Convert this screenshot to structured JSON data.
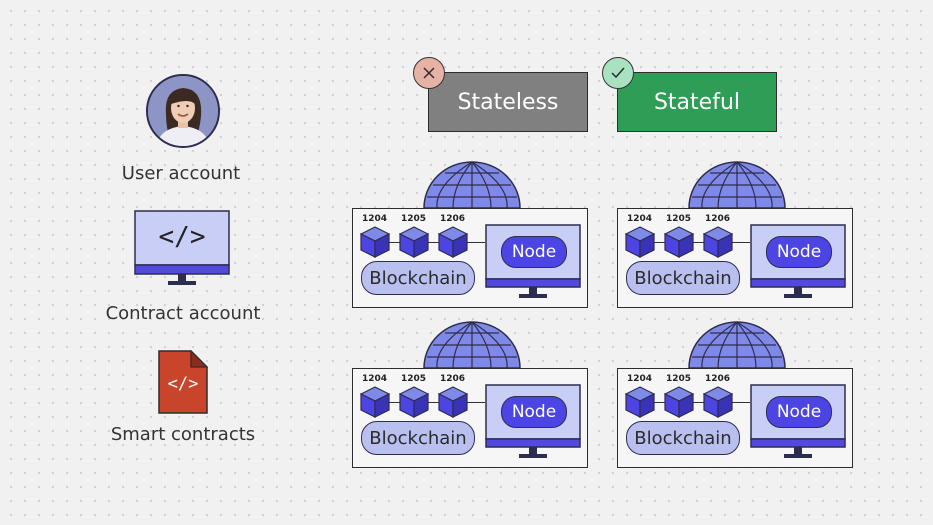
{
  "legend": {
    "user_account": "User account",
    "contract_account": "Contract account",
    "smart_contracts": "Smart contracts",
    "code_symbol": "</>",
    "file_code_symbol": "</>"
  },
  "modes": [
    {
      "label": "Stateless",
      "status_icon": "x-icon",
      "color": "#808080",
      "badge_color": "#e7b2a6"
    },
    {
      "label": "Stateful",
      "status_icon": "check-icon",
      "color": "#2e9e57",
      "badge_color": "#a9e2c0"
    }
  ],
  "panels": [
    {
      "blocks": [
        "1204",
        "1205",
        "1206"
      ],
      "chain_label": "Blockchain",
      "node_label": "Node"
    },
    {
      "blocks": [
        "1204",
        "1205",
        "1206"
      ],
      "chain_label": "Blockchain",
      "node_label": "Node"
    },
    {
      "blocks": [
        "1204",
        "1205",
        "1206"
      ],
      "chain_label": "Blockchain",
      "node_label": "Node"
    },
    {
      "blocks": [
        "1204",
        "1205",
        "1206"
      ],
      "chain_label": "Blockchain",
      "node_label": "Node"
    }
  ],
  "colors": {
    "accent_blue": "#4c44e3",
    "light_blue": "#b9c0f0",
    "globe_blue": "#7f8ae8",
    "file_red": "#c8442a"
  }
}
